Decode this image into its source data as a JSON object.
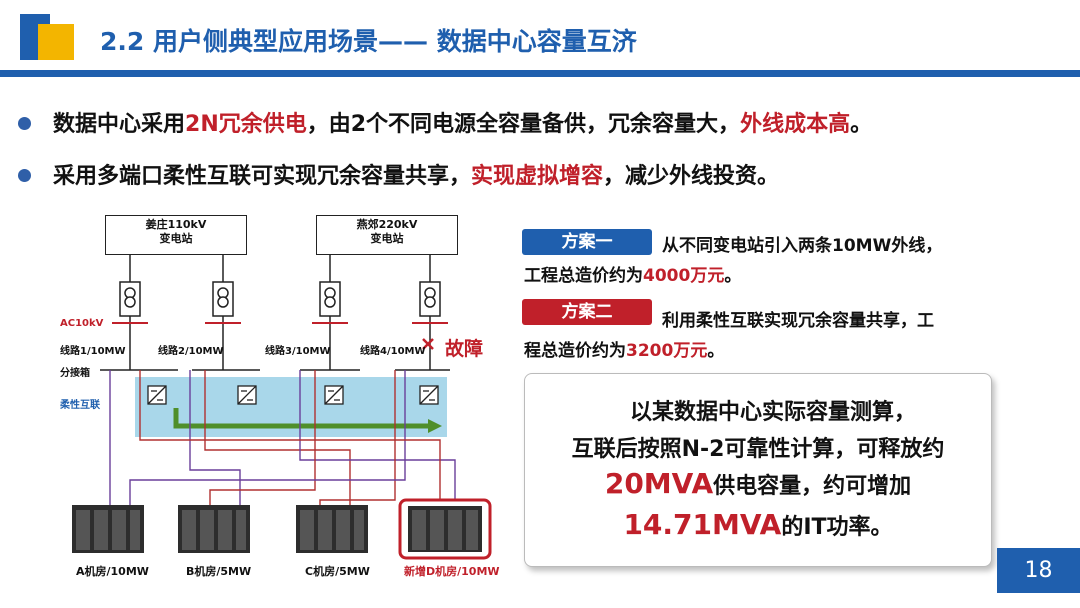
{
  "header": {
    "title": "2.2 用户侧典型应用场景—— 数据中心容量互济"
  },
  "bullets": [
    {
      "parts": [
        "数据中心采用",
        "2N冗余供电",
        "，由2个不同电源全容量备供，冗余容量大，",
        "外线成本高",
        "。"
      ]
    },
    {
      "parts": [
        "采用多端口柔性互联可实现冗余容量共享，",
        "实现虚拟增容",
        "，减少外线投资。"
      ]
    }
  ],
  "diagram": {
    "substations": [
      {
        "name": "姜庄110kV",
        "sub": "变电站"
      },
      {
        "name": "燕郊220kV",
        "sub": "变电站"
      }
    ],
    "ac_label": "AC10kV",
    "lines": [
      "线路1/10MW",
      "线路2/10MW",
      "线路3/10MW",
      "线路4/10MW"
    ],
    "fault_label": "故障",
    "branch_label": "分接箱",
    "flex_label": "柔性互联",
    "rooms": [
      "A机房/10MW",
      "B机房/5MW",
      "C机房/5MW",
      "新增D机房/10MW"
    ],
    "colors": {
      "ac": "#c0202a",
      "flex_bg": "#a9d7ea",
      "arrow": "#4f8f2a",
      "line_purple": "#6a3f9a",
      "line_red": "#b03030"
    }
  },
  "plans": [
    {
      "badge": "方案一",
      "line1": "从不同变电站引入两条10MW外线，",
      "line2_pre": "工程总造价约为",
      "line2_hl": "4000万元",
      "line2_post": "。"
    },
    {
      "badge": "方案二",
      "line1": "利用柔性互联实现冗余容量共享，工",
      "line2_pre": "程总造价约为",
      "line2_hl": "3200万元",
      "line2_post": "。"
    }
  ],
  "calc": {
    "line1": "以某数据中心实际容量测算，",
    "line2": "互联后按照N-2可靠性计算，可释放约",
    "line3_hl": "20MVA",
    "line3_post": "供电容量，约可增加",
    "line4_hl": "14.71MVA",
    "line4_post": "的IT功率。"
  },
  "page_number": "18"
}
